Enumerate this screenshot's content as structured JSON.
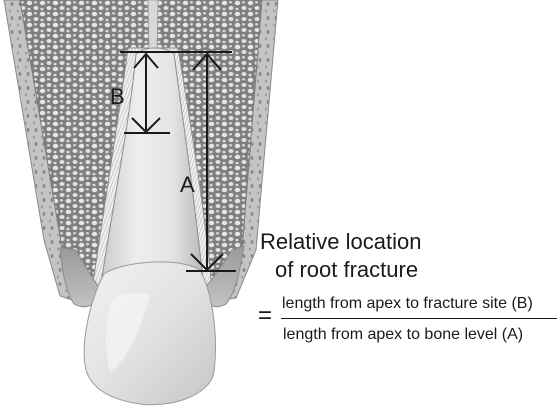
{
  "diagram": {
    "label_b": "B",
    "label_a": "A",
    "title_line1": "Relative location",
    "title_line2": "of root fracture",
    "equals": "=",
    "numerator": "length from apex to fracture site (B)",
    "denominator": "length from apex to bone level (A)"
  },
  "colors": {
    "bone_fill": "#8d8d8d",
    "bone_pore": "#e4e4e4",
    "cortical": "#b9b9b9",
    "tooth": "#dedede",
    "gum": "#a9a9a9",
    "annotation": "#1a1a1a"
  }
}
